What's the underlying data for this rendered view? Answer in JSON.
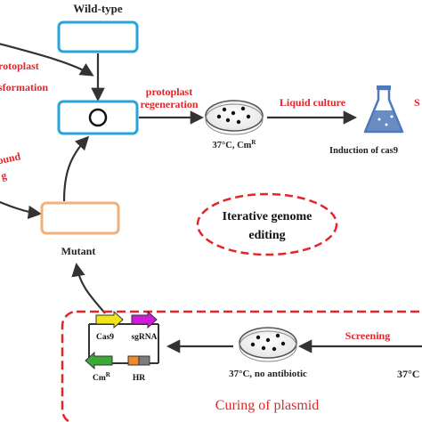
{
  "labels": {
    "wild_type": "Wild-type",
    "protoplast_left_line1": "rotoplast",
    "protoplast_left_line2": "sformation",
    "protoplast_regen_line1": "protoplast",
    "protoplast_regen_line2": "regeneration",
    "liquid_culture": "Liquid culture",
    "right_edge_s": "S",
    "plate_1_condition": "37°C, Cm",
    "plate_1_superscript": "R",
    "induction": "Induction of cas9",
    "second_round_line1": "ound",
    "second_round_line2": "g",
    "iterative_line1": "Iterative genome",
    "iterative_line2": "editing",
    "mutant": "Mutant",
    "screening": "Screening",
    "plate_2_condition": "37°C, no antibiotic",
    "right_edge_37c": "37°C",
    "curing": "Curing of plasmid",
    "plasmid_cas9": "Cas9",
    "plasmid_sgrna": "sgRNA",
    "plasmid_cmr": "Cm",
    "plasmid_cmr_sup": "R",
    "plasmid_hr": "HR"
  },
  "colors": {
    "blue_box": "#29a3d9",
    "orange_box": "#f0b07a",
    "red_text": "#e4252a",
    "cas9_yellow": "#f2e41a",
    "sgrna_magenta": "#d21bd8",
    "cmr_green": "#3aa935",
    "hr_orange": "#f08a2a",
    "hr_gray": "#7d7d7d",
    "flask_blue": "#4f79b8"
  }
}
